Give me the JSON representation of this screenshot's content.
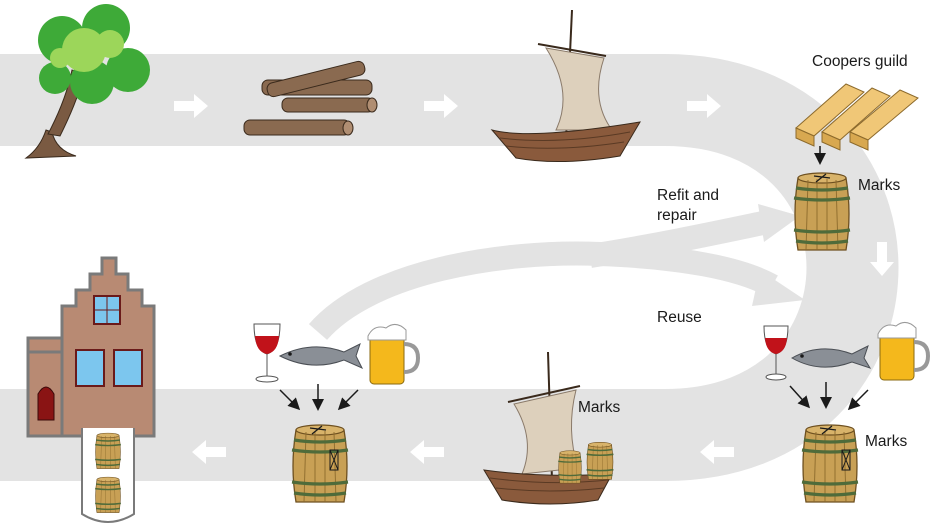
{
  "labels": {
    "coopers_guild": "Coopers guild",
    "marks_top": "Marks",
    "refit_line1": "Refit and",
    "refit_line2": "repair",
    "reuse": "Reuse",
    "marks_right": "Marks",
    "marks_boat": "Marks"
  },
  "icons": [
    "tree-icon",
    "logs-icon",
    "sailing-ship-icon",
    "timber-beams-icon",
    "barrel-icon",
    "wine-glass-icon",
    "herring-fish-icon",
    "beer-mug-icon",
    "canal-house-icon",
    "well-icon",
    "arrow-icon"
  ],
  "colors": {
    "track": "#e3e3e3",
    "flow_arrow": "#ffffff",
    "wood": "#c8a055",
    "hoop": "#4f6b3a",
    "hull": "#8a5a3c",
    "sail": "#ddd0bc",
    "house": "#b88a73",
    "wine": "#c1121a",
    "beer": "#f4b81c",
    "fish": "#8a8f96"
  }
}
